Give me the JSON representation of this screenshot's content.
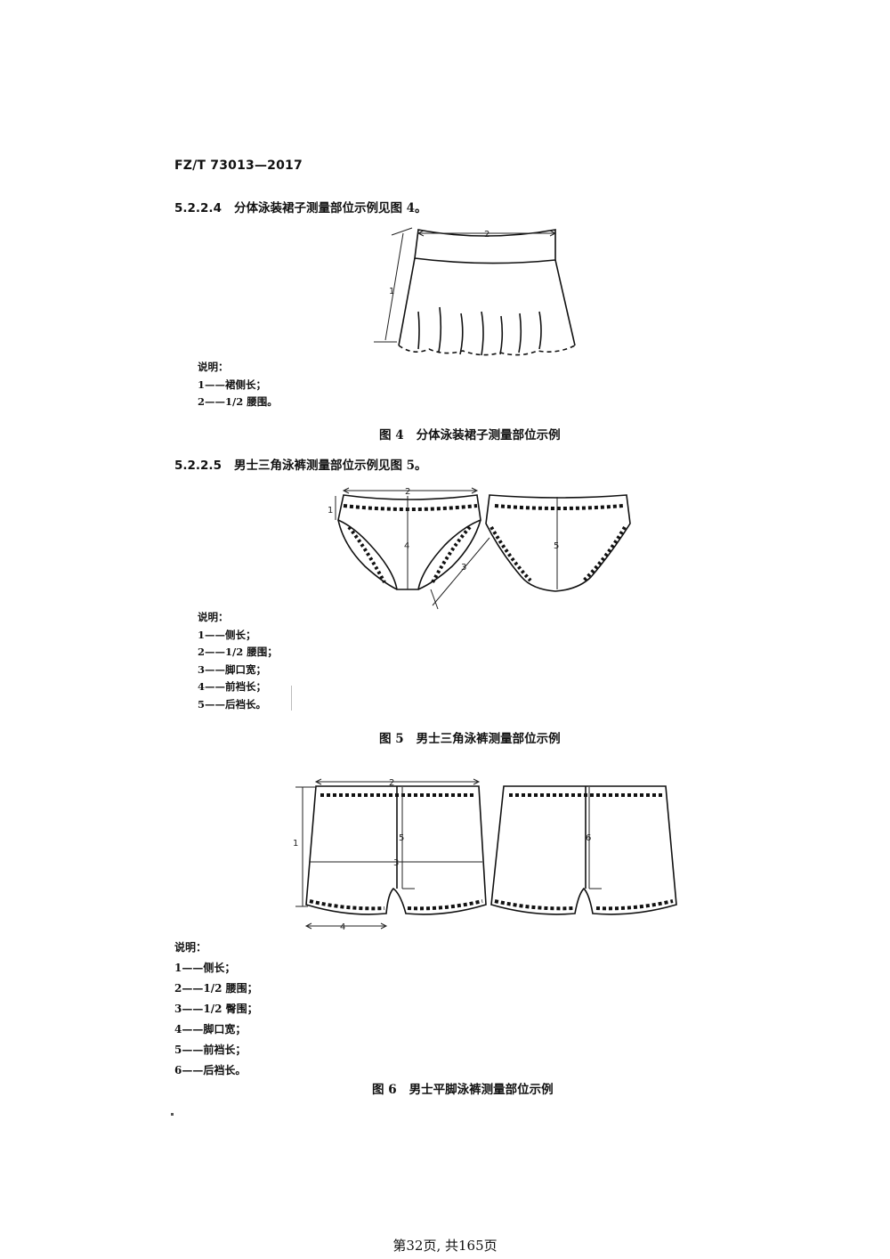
{
  "header": {
    "standard_code": "FZ/T 73013—2017"
  },
  "sections": [
    {
      "clause_number": "5.2.2.4",
      "clause_text": "分体泳装裙子测量部位示例见图 4。",
      "legend_title": "说明：",
      "legend_items": [
        "1——裙侧长；",
        "2——1/2 腰围。"
      ],
      "caption_number": "图 4",
      "caption_text": "分体泳装裙子测量部位示例",
      "dimension_labels": [
        "1",
        "2"
      ]
    },
    {
      "clause_number": "5.2.2.5",
      "clause_text": "男士三角泳裤测量部位示例见图 5。",
      "legend_title": "说明：",
      "legend_items": [
        "1——侧长；",
        "2——1/2 腰围；",
        "3——脚口宽；",
        "4——前裆长；",
        "5——后裆长。"
      ],
      "caption_number": "图 5",
      "caption_text": "男士三角泳裤测量部位示例",
      "dimension_labels": [
        "1",
        "2",
        "3",
        "4",
        "5"
      ]
    },
    {
      "legend_title": "说明：",
      "legend_items": [
        "1——侧长；",
        "2——1/2 腰围；",
        "3——1/2 臀围；",
        "4——脚口宽；",
        "5——前裆长；",
        "6——后裆长。"
      ],
      "caption_number": "图 6",
      "caption_text": "男士平脚泳裤测量部位示例",
      "dimension_labels": [
        "1",
        "2",
        "3",
        "4",
        "5",
        "6"
      ]
    }
  ],
  "footer": {
    "page_info": "第32页, 共165页"
  }
}
